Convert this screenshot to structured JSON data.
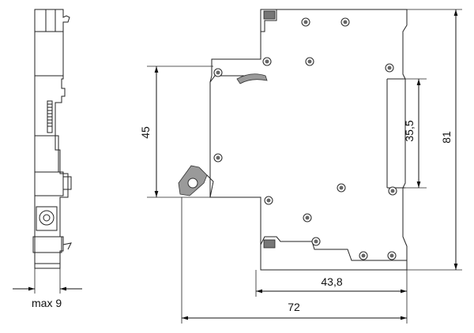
{
  "dimensions": {
    "side_width_label": "max 9",
    "height_45": "45",
    "height_35_5": "35,5",
    "height_81": "81",
    "width_43_8": "43,8",
    "width_72": "72"
  },
  "colors": {
    "line": "#222222",
    "part_fill": "#9a9a9a"
  }
}
